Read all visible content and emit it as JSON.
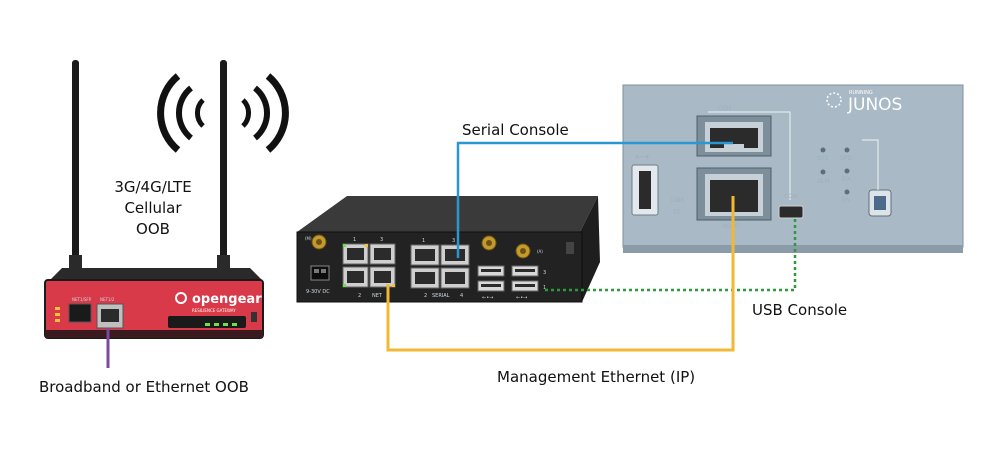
{
  "labels": {
    "cellular_line1": "3G/4G/LTE",
    "cellular_line2": "Cellular",
    "cellular_line3": "OOB",
    "broadband": "Broadband or Ethernet OOB",
    "serial_console": "Serial Console",
    "usb_console": "USB Console",
    "mgmt_ethernet": "Management Ethernet (IP)"
  },
  "opengear_small": {
    "brand": "opengear",
    "subtitle": "RESILIENCE GATEWAY",
    "port_label_a": "NET1/SFP",
    "port_label_b": "NET1/2"
  },
  "opengear_large": {
    "power_label": "9-30V DC",
    "net_label": "NET",
    "serial_label": "SERIAL",
    "usb_label": "←•→",
    "port_nums": [
      "1",
      "3",
      "1",
      "3",
      "2",
      "4",
      "2",
      "1",
      "3"
    ],
    "antenna_m": "(M)",
    "antenna_a": "(A)"
  },
  "juniper": {
    "brand_top": "RUNNING",
    "brand": "JUNOS",
    "con_top": "CON",
    "con_side": "CON",
    "mgmt": "MGMT",
    "link": "LINK",
    "st": "ST",
    "led_left": [
      "SYS",
      "ALM"
    ],
    "led_right": [
      "SPD",
      "DX",
      "EN"
    ]
  },
  "colors": {
    "serial": "#2b97d2",
    "usb": "#2a9a3c",
    "ethernet": "#f2b833",
    "broadband": "#7b4a9c",
    "opengear_red": "#e23b4e"
  }
}
